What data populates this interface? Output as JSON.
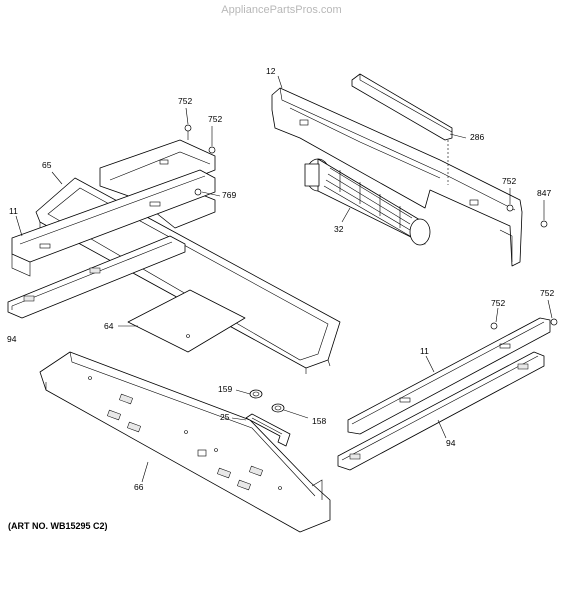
{
  "watermark": "AppliancePartsPros.com",
  "art_number": "(ART NO. WB15295 C2)",
  "callouts": {
    "bracket_top_right": "12",
    "screw_a": "752",
    "screw_b": "752",
    "cover_strip": "286",
    "screw_c": "752",
    "screw_d": "847",
    "frame": "65",
    "screw_e": "769",
    "rail_left": "11",
    "fan": "32",
    "mount_left": "94",
    "plate": "64",
    "screw_f": "752",
    "screw_g": "752",
    "rail_right": "11",
    "thermostat_159": "159",
    "bracket_25": "25",
    "thermostat_158": "158",
    "mount_right": "94",
    "base_panel": "66"
  }
}
